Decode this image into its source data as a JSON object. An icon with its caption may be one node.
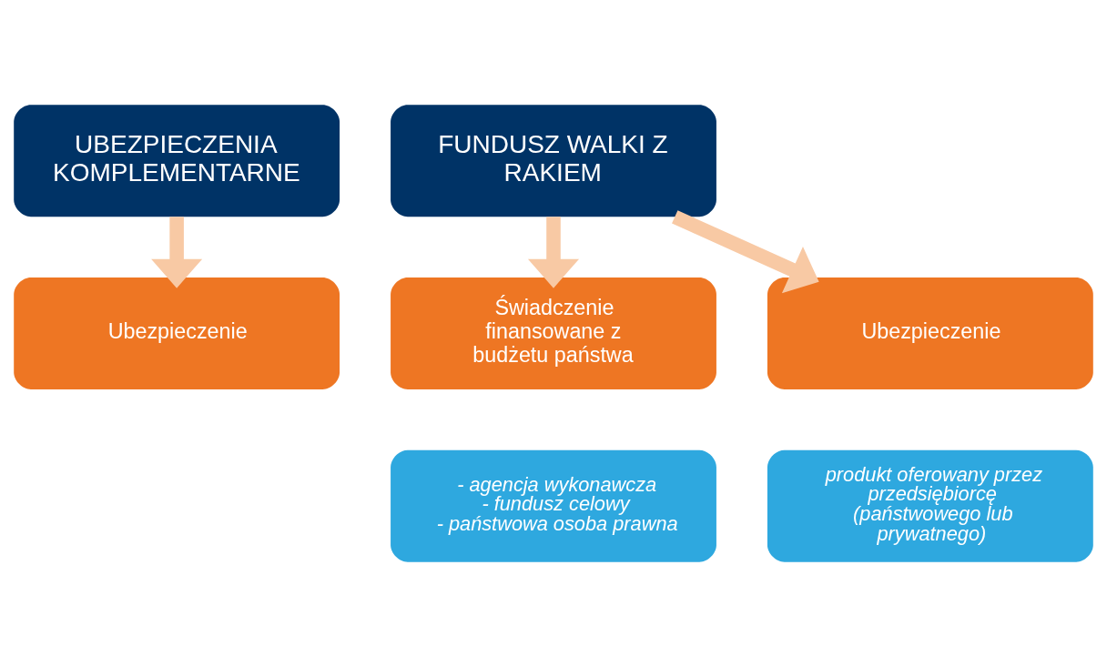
{
  "diagram": {
    "nodes": [
      {
        "text": [
          "UBEZPIECZENIA KOMPLEMENTARNE"
        ]
      },
      {
        "text": [
          "FUNDUSZ WALKI Z RAKIEM"
        ]
      },
      {
        "text": [
          "Ubezpieczenie"
        ]
      },
      {
        "text": [
          "Świadczenie finansowane z budżetu państwa"
        ]
      },
      {
        "text": [
          "Ubezpieczenie"
        ]
      },
      {
        "text": [
          "- agencja wykonawcza",
          "- fundusz celowy",
          "- państwowa osoba prawna"
        ]
      },
      {
        "text": [
          "produkt oferowany przez przedsiębiorcę (państwowego lub prywatnego)"
        ]
      }
    ],
    "edges": [
      {
        "from": 0,
        "to": 2,
        "arrow": "to"
      },
      {
        "from": 1,
        "to": 3,
        "arrow": "to"
      },
      {
        "from": 1,
        "to": 4,
        "arrow": "to"
      }
    ]
  }
}
